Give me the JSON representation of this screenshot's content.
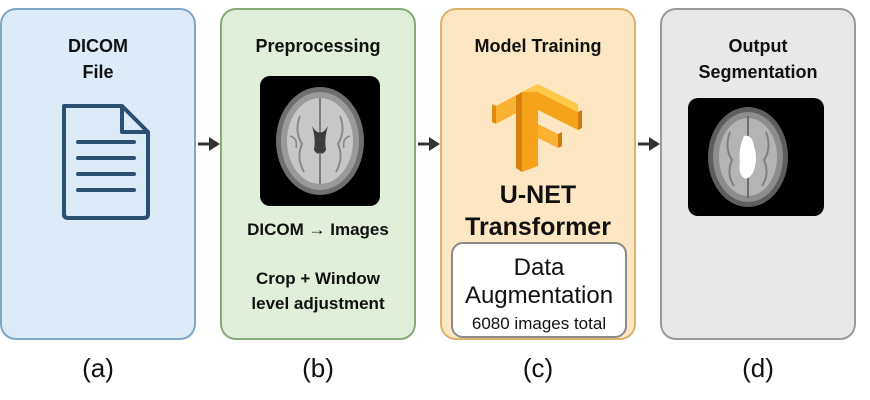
{
  "panels": {
    "dicom": {
      "title_line1": "DICOM",
      "title_line2": "File",
      "label": "(a)"
    },
    "preprocessing": {
      "title": "Preprocessing",
      "step1": "DICOM → Images",
      "step2_line1": "Crop + Window",
      "step2_line2": "level adjustment",
      "label": "(b)"
    },
    "training": {
      "title": "Model Training",
      "model_line1": "U-NET",
      "model_line2": "Transformer",
      "augmentation_line1": "Data",
      "augmentation_line2": "Augmentation",
      "augmentation_count": "6080 images total",
      "label": "(c)"
    },
    "output": {
      "title_line1": "Output",
      "title_line2": "Segmentation",
      "label": "(d)"
    }
  },
  "icons": {
    "document": "document-icon",
    "framework_logo": "tensorflow-logo-icon",
    "brain_scan": "brain-mri-icon",
    "segmented_scan": "segmented-brain-mri-icon",
    "arrow": "arrow-right-icon"
  },
  "colors": {
    "panel_a_fill": "#dcebf7",
    "panel_b_fill": "#e1eed9",
    "panel_c_fill": "#fde7c3",
    "panel_d_fill": "#e8e8e8",
    "arrow": "#333333",
    "logo_orange": "#f7a21b"
  }
}
